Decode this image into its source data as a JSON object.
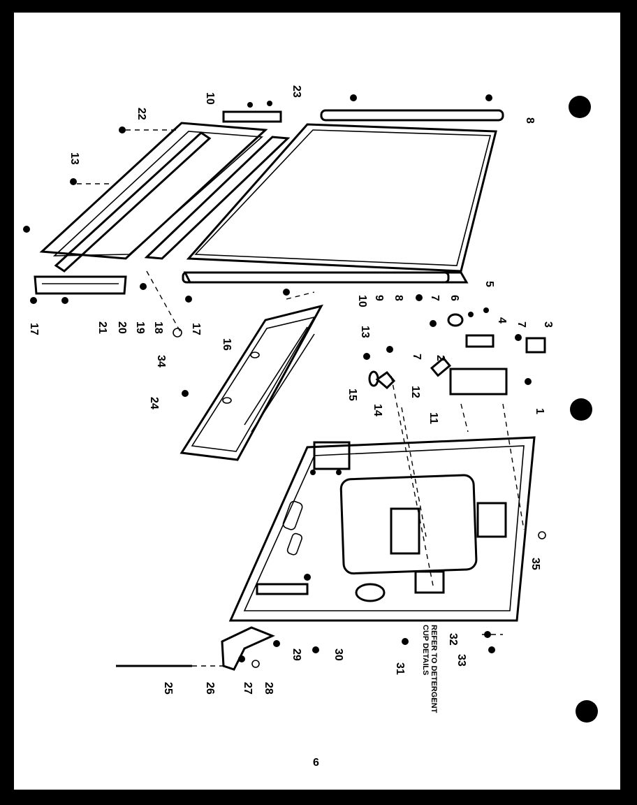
{
  "callouts": {
    "c1": "1",
    "c2": "2",
    "c3": "3",
    "c4": "4",
    "c5": "5",
    "c6": "6",
    "c7a": "7",
    "c7b": "7",
    "c7c": "7",
    "c8a": "8",
    "c8b": "8",
    "c9": "9",
    "c10a": "10",
    "c10b": "10",
    "c11": "11",
    "c12": "12",
    "c13a": "13",
    "c13b": "13",
    "c14": "14",
    "c15": "15",
    "c16": "16",
    "c17a": "17",
    "c17b": "17",
    "c18": "18",
    "c19": "19",
    "c20": "20",
    "c21": "21",
    "c22": "22",
    "c23": "23",
    "c24": "24",
    "c25": "25",
    "c26": "26",
    "c27": "27",
    "c28": "28",
    "c29": "29",
    "c30": "30",
    "c31": "31",
    "c32": "32",
    "c33": "33",
    "c34": "34",
    "c35": "35"
  },
  "note": {
    "line1": "REFER TO DETERGENT",
    "line2": "CUP DETAILS"
  },
  "page_number": "6"
}
